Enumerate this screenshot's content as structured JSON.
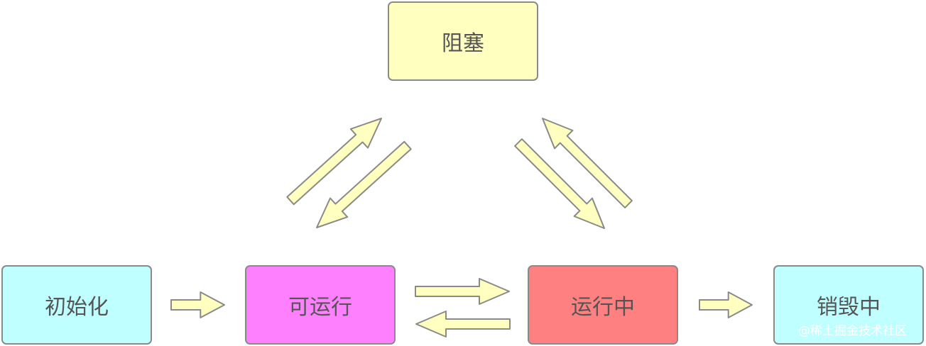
{
  "states": {
    "blocked": {
      "label": "阻塞",
      "color": "#ffffc0"
    },
    "init": {
      "label": "初始化",
      "color": "#bfffff"
    },
    "runnable": {
      "label": "可运行",
      "color": "#ff80ff"
    },
    "running": {
      "label": "运行中",
      "color": "#ff8080"
    },
    "destroy": {
      "label": "销毁中",
      "color": "#bfffff"
    }
  },
  "arrow_style": {
    "fill": "#ffffc0",
    "stroke": "#8a8a8a"
  },
  "transitions": [
    {
      "from": "init",
      "to": "runnable"
    },
    {
      "from": "runnable",
      "to": "running"
    },
    {
      "from": "running",
      "to": "runnable"
    },
    {
      "from": "runnable",
      "to": "blocked"
    },
    {
      "from": "blocked",
      "to": "runnable"
    },
    {
      "from": "blocked",
      "to": "running"
    },
    {
      "from": "running",
      "to": "blocked"
    },
    {
      "from": "running",
      "to": "destroy"
    }
  ],
  "watermark": "@稀土掘金技术社区"
}
